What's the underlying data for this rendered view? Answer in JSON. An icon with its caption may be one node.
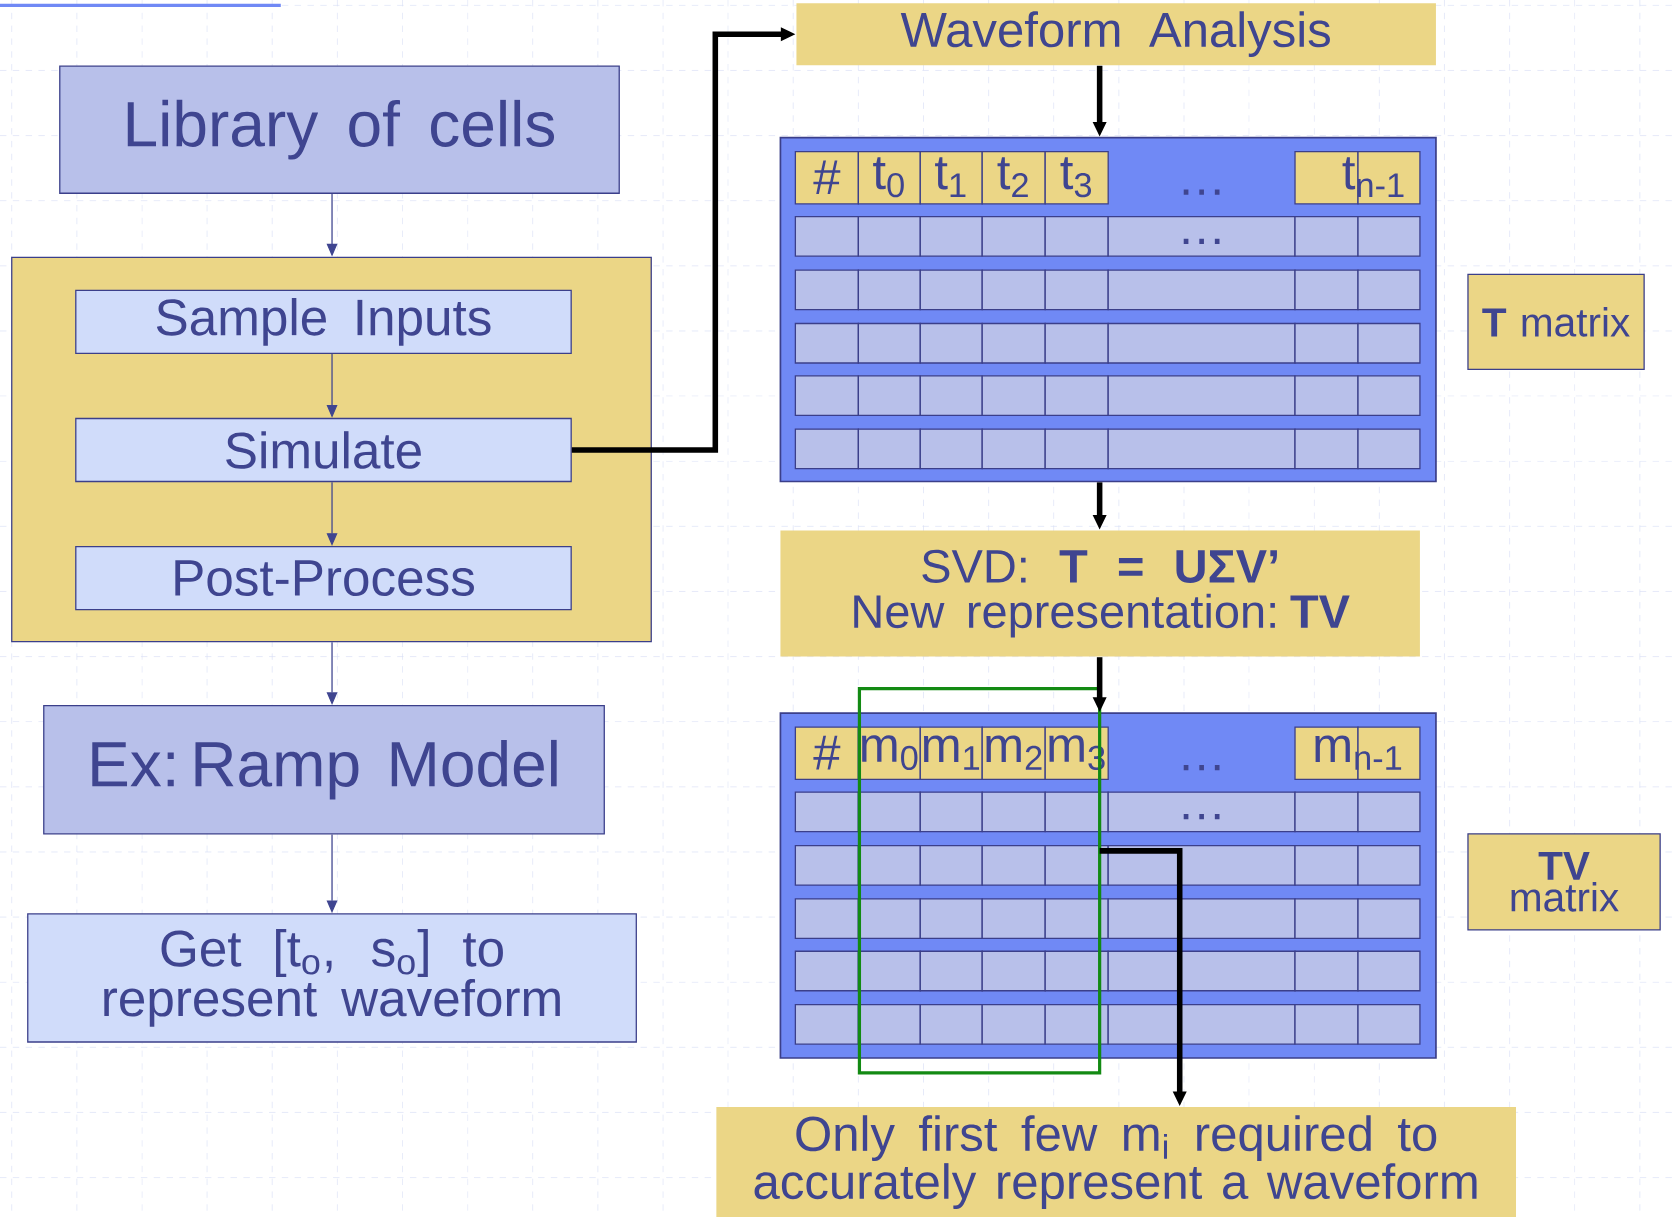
{
  "diagram": {
    "nodes": [
      {
        "text": [
          "Library of cells"
        ]
      },
      {
        "text": [],
        "shape": "box"
      },
      {
        "text": [
          "Sample Inputs"
        ],
        "in": 1
      },
      {
        "text": [
          "Simulate"
        ],
        "in": 1
      },
      {
        "text": [
          "Post-Process"
        ],
        "in": 1
      },
      {
        "text": [
          "Ex: Ramp Model"
        ]
      },
      {
        "text": [
          "Get [t$_{o}$, s$_{o}$] to represent waveform"
        ]
      },
      {
        "text": [
          "Waveform Analysis"
        ]
      },
      {
        "text": [
          "#",
          "t$_{0}$",
          "t$_{1}$",
          "t$_{2}$",
          "t$_{3}$",
          "…",
          "t$_{n-1}$",
          "…"
        ]
      },
      {
        "text": [
          "**T** matrix"
        ]
      },
      {
        "text": [
          "SVD: **T = UΣV’**",
          "New representation: **TV**"
        ]
      },
      {
        "text": [
          "#",
          "m$_{0}$",
          "m$_{1}$",
          "m$_{2}$",
          "m$_{3}$",
          "…",
          "m$_{n-1}$",
          "…"
        ]
      },
      {
        "text": [
          "**TV** matrix"
        ]
      },
      {
        "text": [
          "Only first few m$_{i}$ required to accurately represent a waveform"
        ]
      }
    ],
    "edges": [
      {
        "from": 0,
        "to": 1,
        "arrow": "to"
      },
      {
        "from": 2,
        "to": 3,
        "arrow": "to"
      },
      {
        "from": 3,
        "to": 4,
        "arrow": "to"
      },
      {
        "from": 1,
        "to": 5,
        "arrow": "to"
      },
      {
        "from": 5,
        "to": 6,
        "arrow": "to"
      },
      {
        "from": 3,
        "to": 7,
        "arrow": "to",
        "style": "thick",
        "color": "#000000"
      },
      {
        "from": 7,
        "to": 8,
        "arrow": "to",
        "style": "thick",
        "color": "#000000"
      },
      {
        "from": 8,
        "to": 10,
        "arrow": "to",
        "style": "thick",
        "color": "#000000"
      },
      {
        "from": 10,
        "to": 11,
        "arrow": "to",
        "style": "thick",
        "color": "#000000"
      },
      {
        "from": 11,
        "to": 13,
        "arrow": "to",
        "style": "thick",
        "color": "#000000"
      }
    ]
  }
}
